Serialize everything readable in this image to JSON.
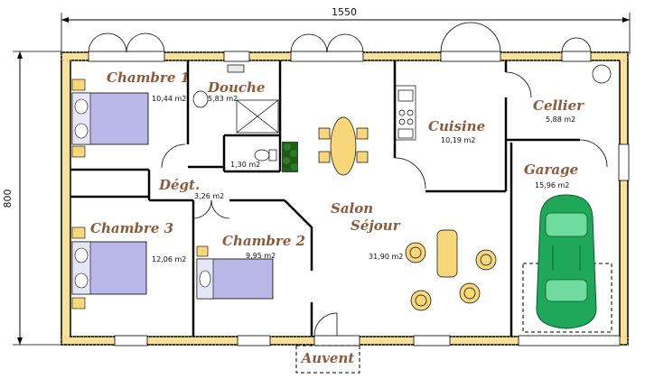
{
  "dimensions": {
    "width": "1550",
    "height": "800"
  },
  "rooms": [
    {
      "id": "chambre1",
      "name": "Chambre 1",
      "area": "10,44 m2"
    },
    {
      "id": "douche",
      "name": "Douche",
      "area": "5,83 m2"
    },
    {
      "id": "wc",
      "name": "",
      "area": "1,30 m2"
    },
    {
      "id": "degt",
      "name": "Dégt.",
      "area": "3,26 m2"
    },
    {
      "id": "chambre3",
      "name": "Chambre 3",
      "area": "12,06 m2"
    },
    {
      "id": "chambre2",
      "name": "Chambre 2",
      "area": "9,95 m2"
    },
    {
      "id": "salon",
      "name": "Salon",
      "name2": "Séjour",
      "area": "31,90 m2"
    },
    {
      "id": "cuisine",
      "name": "Cuisine",
      "area": "10,19 m2"
    },
    {
      "id": "cellier",
      "name": "Cellier",
      "area": "5,88 m2"
    },
    {
      "id": "garage",
      "name": "Garage",
      "area": "15,96 m2"
    }
  ],
  "auvent": "Auvent",
  "colors": {
    "wall": "#000000",
    "wall_fill": "#f7e19c",
    "bed": "#b9b8e8",
    "furniture": "#f7d77a",
    "car": "#1fa85a",
    "plant": "#2f7a2a",
    "label": "#8a5a3a"
  }
}
